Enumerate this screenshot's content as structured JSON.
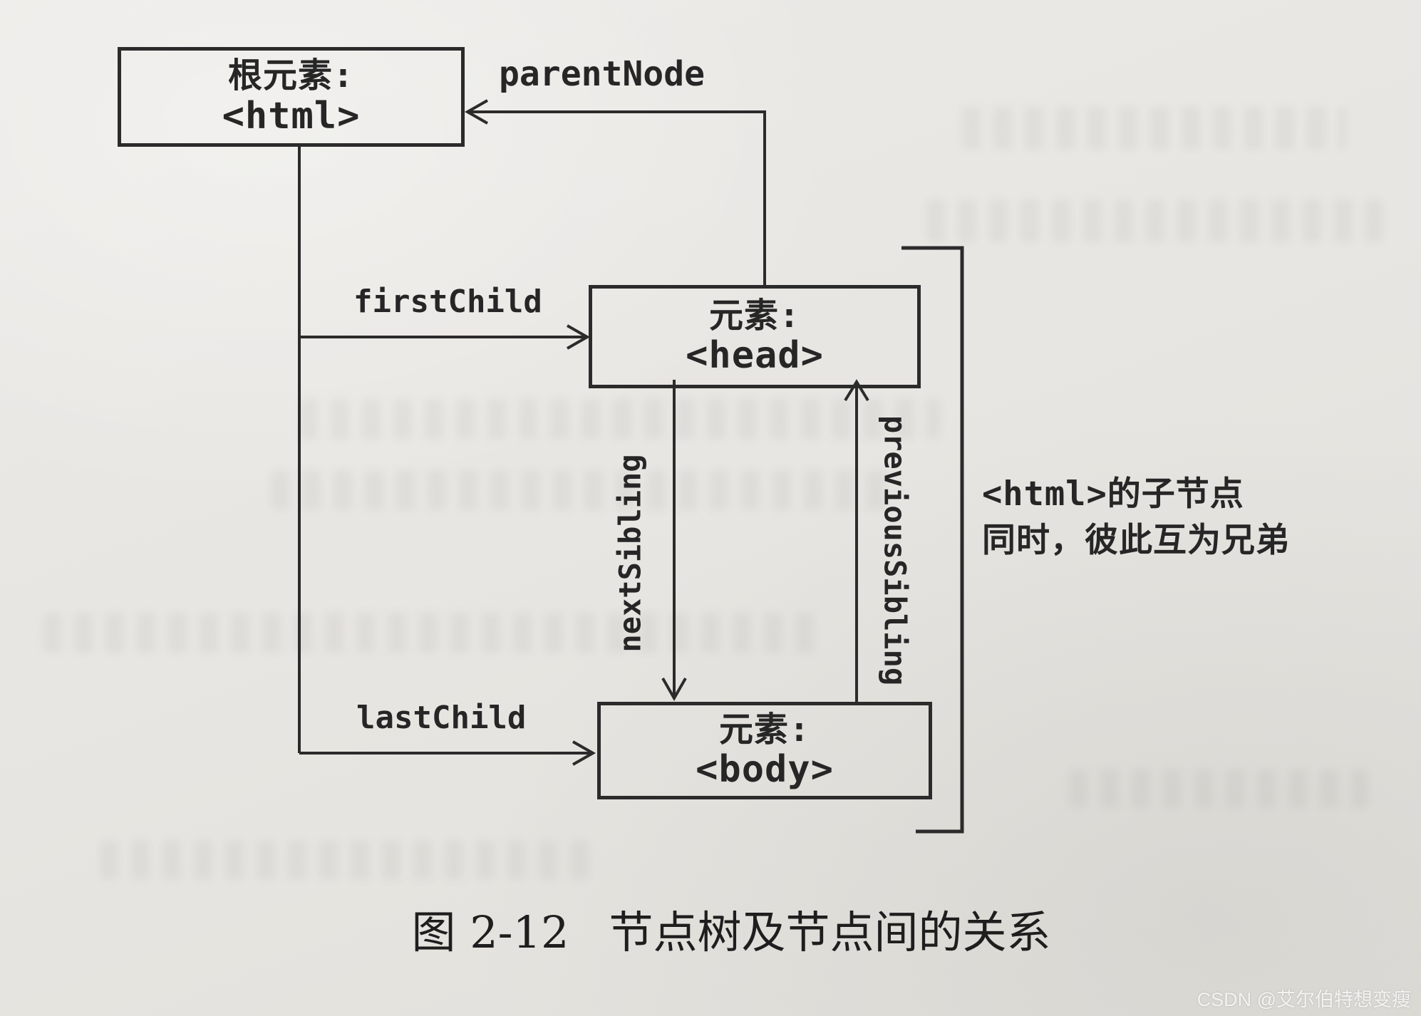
{
  "diagram": {
    "nodes": {
      "html": {
        "title": "根元素:",
        "tag": "<html>"
      },
      "head": {
        "title": "元素:",
        "tag": "<head>"
      },
      "body": {
        "title": "元素:",
        "tag": "<body>"
      }
    },
    "edges": {
      "parentNode": "parentNode",
      "firstChild": "firstChild",
      "lastChild": "lastChild",
      "nextSibling": "nextSibling",
      "previousSibling": "previousSibling"
    },
    "annotation": {
      "line1": "<html>的子节点",
      "line2": "同时，彼此互为兄弟"
    }
  },
  "caption": {
    "figure_label": "图 2-12",
    "title": "节点树及节点间的关系"
  },
  "watermark": "CSDN @艾尔伯特想变瘦",
  "colors": {
    "paper": "#e8e6e2",
    "ink": "#2b2b2b",
    "watermark_text": "#ffffff"
  }
}
